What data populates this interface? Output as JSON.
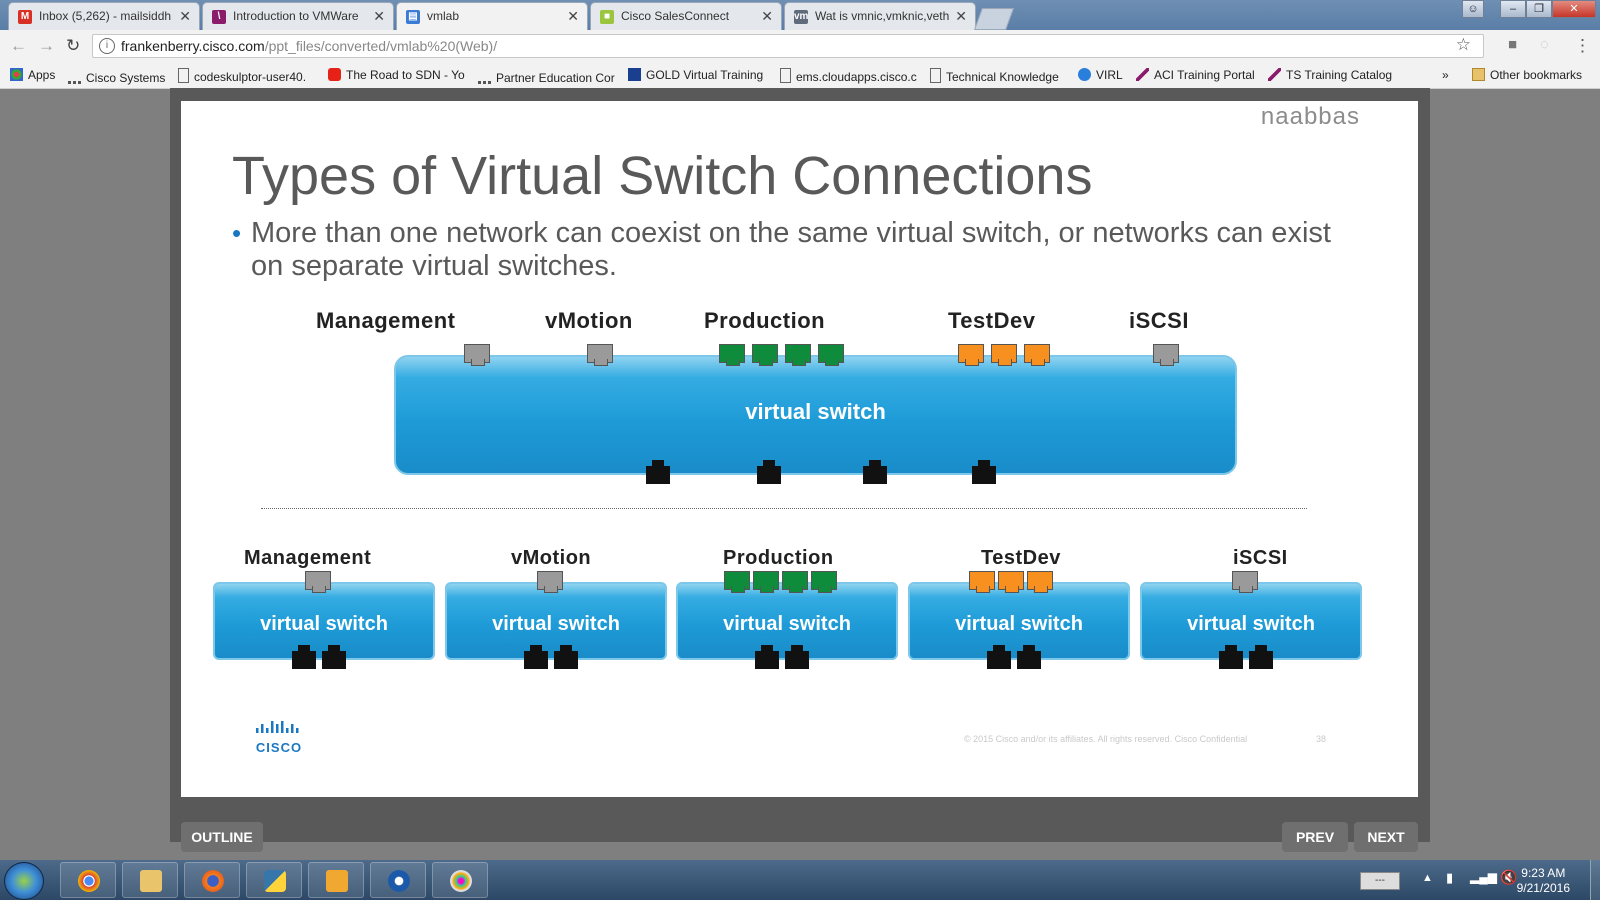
{
  "browser": {
    "tabs": [
      {
        "label": "Inbox (5,262) - mailsiddh",
        "icon": "gmail-icon",
        "color": "#d93025",
        "glyph": "M"
      },
      {
        "label": "Introduction to VMWare",
        "icon": "feather-icon",
        "color": "#8b1b6b",
        "glyph": "\\"
      },
      {
        "label": "vmlab",
        "icon": "page-icon",
        "color": "#3a7bd5",
        "glyph": "▤"
      },
      {
        "label": "Cisco SalesConnect",
        "icon": "folder-icon",
        "color": "#9bc53d",
        "glyph": "■"
      },
      {
        "label": "Wat is vmnic,vmknic,veth",
        "icon": "vm-icon",
        "color": "#5f6b7a",
        "glyph": "vm"
      }
    ],
    "active_tab": 2,
    "url_host": "frankenberry.cisco.com",
    "url_path": "/ppt_files/converted/vmlab%20(Web)/",
    "bookmarks": [
      {
        "label": "Apps",
        "icon": "apps-grid-icon"
      },
      {
        "label": "Cisco Systems",
        "icon": "cisco-icon"
      },
      {
        "label": "codeskulptor-user40.",
        "icon": "page-icon"
      },
      {
        "label": "The Road to SDN - Yo",
        "icon": "youtube-icon"
      },
      {
        "label": "Partner Education Cor",
        "icon": "cisco-icon"
      },
      {
        "label": "GOLD Virtual Training",
        "icon": "gold-icon"
      },
      {
        "label": "ems.cloudapps.cisco.c",
        "icon": "page-icon"
      },
      {
        "label": "Technical Knowledge",
        "icon": "page-icon"
      },
      {
        "label": "VIRL",
        "icon": "virl-icon"
      },
      {
        "label": "ACI Training Portal",
        "icon": "feather-icon"
      },
      {
        "label": "TS Training Catalog",
        "icon": "feather-icon"
      }
    ],
    "overflow": "»",
    "other_bookmarks": "Other bookmarks"
  },
  "slide": {
    "watermark": "naabbas",
    "title": "Types of Virtual Switch Connections",
    "bullet": "More than one network can coexist on the same virtual switch, or networks can exist on separate virtual switches.",
    "shared_switch": {
      "label": "virtual switch",
      "networks": [
        {
          "name": "Management",
          "ports": 1,
          "color": "gray"
        },
        {
          "name": "vMotion",
          "ports": 1,
          "color": "gray"
        },
        {
          "name": "Production",
          "ports": 4,
          "color": "green"
        },
        {
          "name": "TestDev",
          "ports": 3,
          "color": "orange"
        },
        {
          "name": "iSCSI",
          "ports": 1,
          "color": "gray"
        }
      ],
      "uplinks": 4
    },
    "separate_switches": [
      {
        "network": "Management",
        "label": "virtual switch",
        "ports": 1,
        "color": "gray",
        "uplinks": 2
      },
      {
        "network": "vMotion",
        "label": "virtual switch",
        "ports": 1,
        "color": "gray",
        "uplinks": 2
      },
      {
        "network": "Production",
        "label": "virtual switch",
        "ports": 4,
        "color": "green",
        "uplinks": 2
      },
      {
        "network": "TestDev",
        "label": "virtual switch",
        "ports": 3,
        "color": "orange",
        "uplinks": 2
      },
      {
        "network": "iSCSI",
        "label": "virtual switch",
        "ports": 1,
        "color": "gray",
        "uplinks": 2
      }
    ],
    "logo_text": "CISCO",
    "footer": "© 2015  Cisco and/or its affiliates. All rights reserved.   Cisco Confidential",
    "page_number": "38"
  },
  "viewer_nav": {
    "outline": "OUTLINE",
    "prev": "PREV",
    "next": "NEXT"
  },
  "taskbar": {
    "apps": [
      "chrome-icon",
      "explorer-icon",
      "firefox-icon",
      "python-icon",
      "outlook-icon",
      "webex-icon",
      "paint-icon"
    ],
    "battery": "---",
    "time": "9:23 AM",
    "date": "9/21/2016"
  },
  "colors": {
    "port_gray": "#9a9a9a",
    "port_green": "#0f8c3b",
    "port_orange": "#f7901e",
    "switch_blue": "#1e9bd7",
    "cisco_blue": "#1a78c2"
  }
}
